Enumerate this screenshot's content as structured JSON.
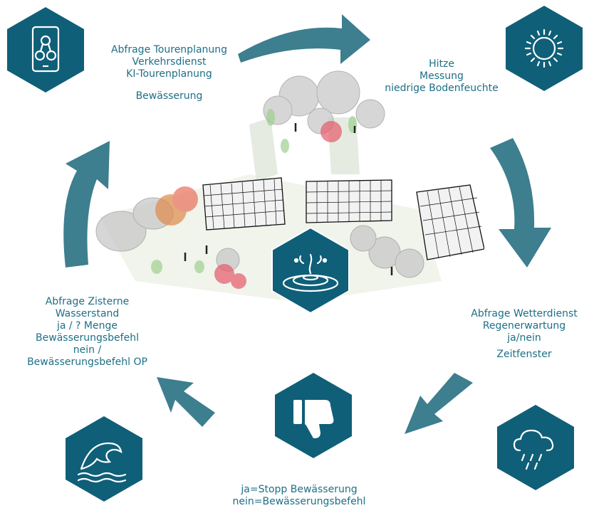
{
  "colors": {
    "hex_fill": "#0f5f78",
    "arrow": "#3d7e8f",
    "text": "#1d6f86"
  },
  "icons": {
    "top_left": "smartphone-network-icon",
    "top_right": "sun-icon",
    "center": "water-drop-splash-icon",
    "bottom_center": "thumbs-down-icon",
    "bottom_right": "rain-cloud-icon",
    "bottom_left": "wave-icon"
  },
  "labels": {
    "tour": [
      "Abfrage Tourenplanung",
      "Verkehrsdienst",
      "KI-Tourenplanung",
      "Bewässerung"
    ],
    "heat": [
      "Hitze",
      "Messung",
      "niedrige Bodenfeuchte"
    ],
    "weather": [
      "Abfrage Wetterdienst",
      "Regenerwartung",
      "ja/nein",
      "Zeitfenster"
    ],
    "stop": [
      "ja=Stopp Bewässerung",
      "nein=Bewässerungsbefehl"
    ],
    "cistern": [
      "Abfrage Zisterne",
      "Wasserstand",
      "ja / ? Menge",
      "Bewässerungsbefehl",
      "nein /",
      "Bewässerungsbefehl OP"
    ]
  }
}
